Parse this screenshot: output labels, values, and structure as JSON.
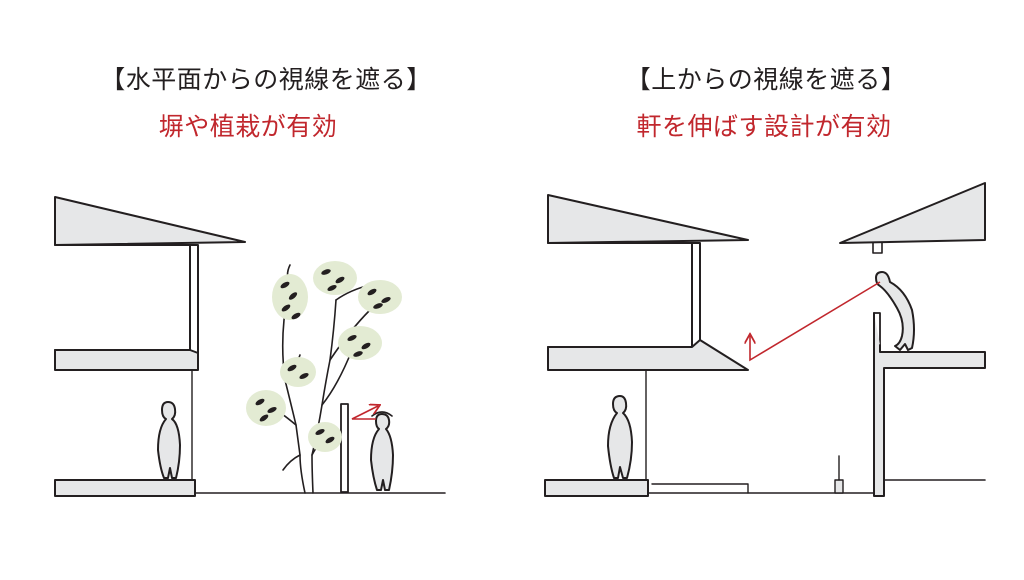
{
  "left": {
    "title": "【水平面からの視線を遮る】",
    "subtitle": "塀や植栽が有効"
  },
  "right": {
    "title": "【上からの視線を遮る】",
    "subtitle": "軒を伸ばす設計が有効"
  },
  "colors": {
    "line": "#231f20",
    "fill_gray": "#e6e7e8",
    "accent_red": "#c1272d",
    "foliage": "#e3ebd3"
  }
}
